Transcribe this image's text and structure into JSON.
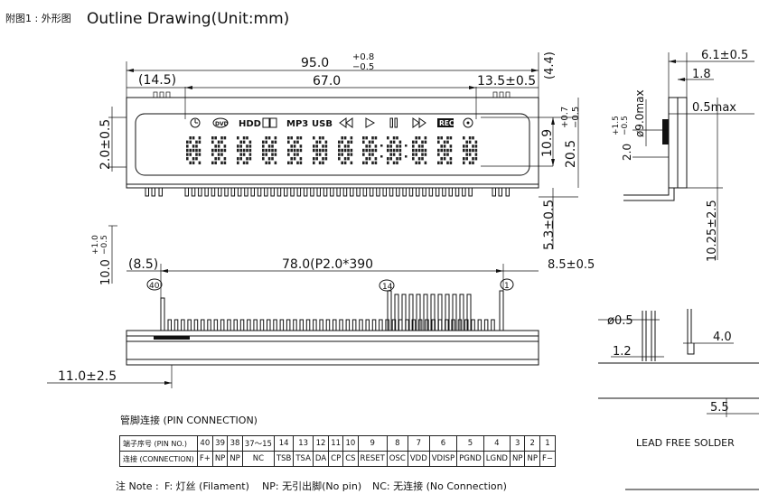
{
  "header": {
    "prefix": "附图1 : 外形图",
    "title": "Outline Drawing(Unit:mm)"
  },
  "dims": {
    "overall_width_value": "95.0",
    "overall_width_plus": "+0.8",
    "overall_width_minus": "−0.5",
    "left_offset": "(14.5)",
    "display_width": "67.0",
    "right_offset": "13.5±0.5",
    "top_gap": "(4.4)",
    "left_height": "2.0±0.5",
    "display_height": "10.9",
    "total_height_value": "20.5",
    "total_height_plus": "+0.7",
    "total_height_minus": "−0.5",
    "lower_height": "5.3±0.5",
    "pin_length_value": "10.0",
    "pin_length_plus": "+1.0",
    "pin_length_minus": "−0.5",
    "pin_left_offset": "(8.5)",
    "pin_row": "78.0(P2.0*390",
    "pin_right_offset": "8.5±0.5",
    "bottom_left": "11.0±2.5",
    "side_thickness": "6.1±0.5",
    "side_small": "1.8",
    "side_tube_dia": "ø9.0max",
    "side_tip": "0.5max",
    "side_height_value": "2.0",
    "side_height_plus": "+1.5",
    "side_height_minus": "−0.5",
    "side_lead": "10.25±2.5",
    "detail_pin_dia": "ø0.5",
    "detail_pitch": "1.2",
    "detail_width": "4.0",
    "detail_height": "5.5"
  },
  "pin_markers": {
    "p40": "40",
    "p14": "14",
    "p1": "1"
  },
  "icons": [
    "clock-icon",
    "dvd-icon",
    "hdd-icon",
    "dolby-icon",
    "mp3-icon",
    "usb-icon",
    "rewind-icon",
    "play-icon",
    "pause-icon",
    "forward-icon",
    "rec-icon",
    "disc-icon"
  ],
  "icon_labels": {
    "hdd": "HDD",
    "mp3": "MP3",
    "usb": "USB",
    "rec": "REC",
    "dvd": "DVD"
  },
  "pin_table": {
    "caption": "管脚连接 (PIN CONNECTION)",
    "row1_label": "端子序号 (PIN NO.)",
    "row2_label": "连接 (CONNECTION)",
    "pin_numbers": [
      "40",
      "39",
      "38",
      "37～15",
      "14",
      "13",
      "12",
      "11",
      "10",
      "9",
      "8",
      "7",
      "6",
      "5",
      "4",
      "3",
      "2",
      "1"
    ],
    "connections": [
      "F+",
      "NP",
      "NP",
      "NC",
      "TSB",
      "TSA",
      "DA",
      "CP",
      "CS",
      "RESET",
      "OSC",
      "VDD",
      "VDISP",
      "PGND",
      "LGND",
      "NP",
      "NP",
      "F−"
    ]
  },
  "lead_free": "LEAD FREE SOLDER",
  "note": {
    "label": "注  Note :",
    "f": "F: 灯丝 (Filament)",
    "np": "NP: 无引出脚(No pin)",
    "nc": "NC: 无连接   (No Connection)"
  }
}
